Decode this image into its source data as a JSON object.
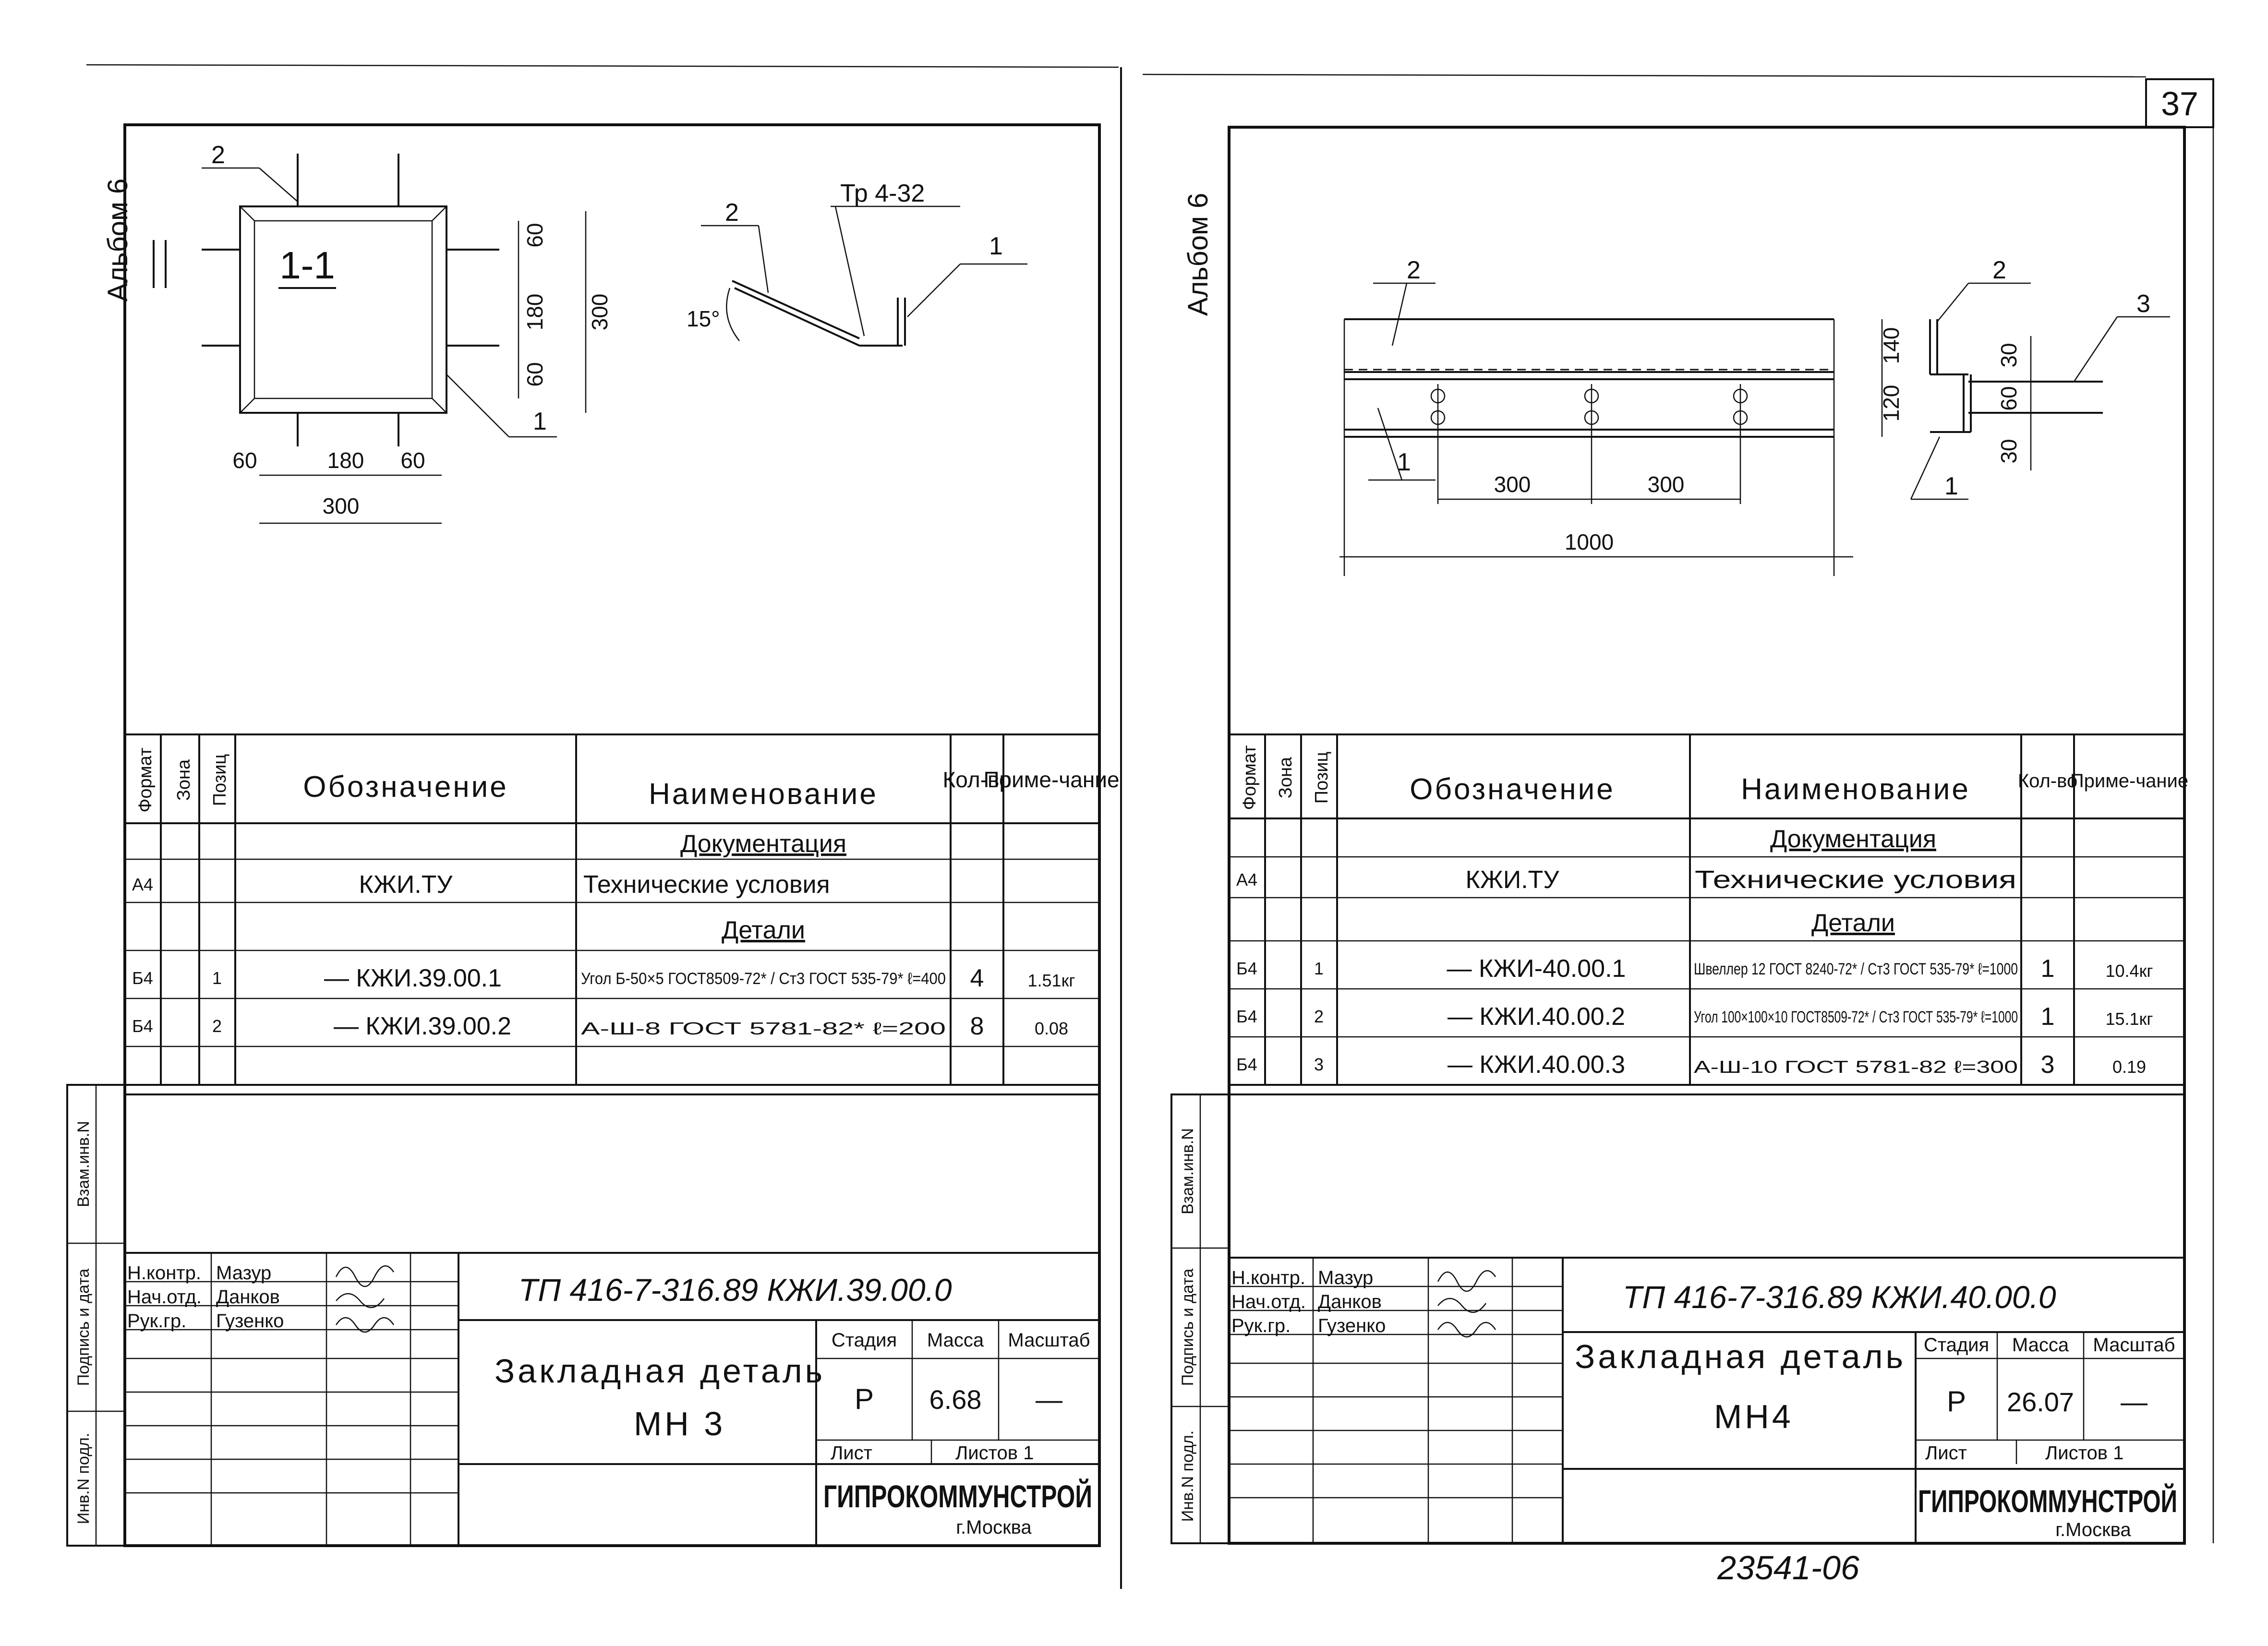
{
  "page_number": "37",
  "bottom_code": "23541-06",
  "sheets": [
    {
      "album": "Альбом 6",
      "drawing": {
        "section_mark": "1-1",
        "pos1": "1",
        "pos2": "2",
        "dim_60": "60",
        "dim_180": "180",
        "dim_300": "300",
        "weld": "Тр 4-32",
        "angle": "15°",
        "sec_pos1": "1",
        "sec_pos2": "2"
      },
      "table": {
        "h_format": "Формат",
        "h_zone": "Зона",
        "h_pos": "Позиц",
        "h_designation": "Обозначение",
        "h_name": "Наименование",
        "h_qty": "Кол-во",
        "h_note": "Приме-чание",
        "section_docs": "Документация",
        "section_parts": "Детали",
        "rows": [
          {
            "format": "А4",
            "pos": "",
            "designation": "КЖИ.ТУ",
            "name": "Технические условия",
            "qty": "",
            "note": ""
          },
          {
            "format": "Б4",
            "pos": "1",
            "designation": "— КЖИ.39.00.1",
            "name": "Угол Б-50×5 ГОСТ8509-72* / Ст3 ГОСТ 535-79* ℓ=400",
            "qty": "4",
            "note": "1.51кг"
          },
          {
            "format": "Б4",
            "pos": "2",
            "designation": "— КЖИ.39.00.2",
            "name": "А-Ш-8 ГОСТ 5781-82* ℓ=200",
            "qty": "8",
            "note": "0.08"
          }
        ]
      },
      "side_labels": [
        "Инв.N подл.",
        "Подпись и дата",
        "Взам.инв.N"
      ],
      "stamp": {
        "roles": [
          "Н.контр.",
          "Нач.отд.",
          "Рук.гр."
        ],
        "names": [
          "Мазур",
          "Данков",
          "Гузенко"
        ],
        "doc_code": "ТП 416-7-316.89   КЖИ.39.00.0",
        "title": "Закладная деталь",
        "mark": "МН 3",
        "stage_label": "Стадия",
        "mass_label": "Масса",
        "scale_label": "Масштаб",
        "stage": "Р",
        "mass": "6.68",
        "scale": "—",
        "sheet_label": "Лист",
        "sheets_label": "Листов 1",
        "org": "ГИПРОКОММУНСТРОЙ",
        "city": "г.Москва"
      }
    },
    {
      "album": "Альбом 6",
      "drawing": {
        "pos1": "1",
        "pos2": "2",
        "pos3": "3",
        "dim_300a": "300",
        "dim_300b": "300",
        "dim_1000": "1000",
        "dim_140": "140",
        "dim_120": "120",
        "dim_30a": "30",
        "dim_60": "60",
        "dim_30b": "30",
        "sec_pos1": "1",
        "sec_pos2": "2"
      },
      "table": {
        "h_format": "Формат",
        "h_zone": "Зона",
        "h_pos": "Позиц",
        "h_designation": "Обозначение",
        "h_name": "Наименование",
        "h_qty": "Кол-во",
        "h_note": "Приме-чание",
        "section_docs": "Документация",
        "section_parts": "Детали",
        "rows": [
          {
            "format": "А4",
            "pos": "",
            "designation": "КЖИ.ТУ",
            "name": "Технические условия",
            "qty": "",
            "note": ""
          },
          {
            "format": "Б4",
            "pos": "1",
            "designation": "— КЖИ-40.00.1",
            "name": "Швеллер 12 ГОСТ 8240-72* / Ст3 ГОСТ 535-79* ℓ=1000",
            "qty": "1",
            "note": "10.4кг"
          },
          {
            "format": "Б4",
            "pos": "2",
            "designation": "— КЖИ.40.00.2",
            "name": "Угол 100×100×10 ГОСТ8509-72* / Ст3 ГОСТ 535-79* ℓ=1000",
            "qty": "1",
            "note": "15.1кг"
          },
          {
            "format": "Б4",
            "pos": "3",
            "designation": "— КЖИ.40.00.3",
            "name": "А-Ш-10 ГОСТ 5781-82 ℓ=300",
            "qty": "3",
            "note": "0.19"
          }
        ]
      },
      "side_labels": [
        "Инв.N подл.",
        "Подпись и дата",
        "Взам.инв.N"
      ],
      "stamp": {
        "roles": [
          "Н.контр.",
          "Нач.отд.",
          "Рук.гр."
        ],
        "names": [
          "Мазур",
          "Данков",
          "Гузенко"
        ],
        "doc_code": "ТП 416-7-316.89   КЖИ.40.00.0",
        "title": "Закладная деталь",
        "mark": "МН4",
        "stage_label": "Стадия",
        "mass_label": "Масса",
        "scale_label": "Масштаб",
        "stage": "Р",
        "mass": "26.07",
        "scale": "—",
        "sheet_label": "Лист",
        "sheets_label": "Листов 1",
        "org": "ГИПРОКОММУНСТРОЙ",
        "city": "г.Москва"
      }
    }
  ]
}
